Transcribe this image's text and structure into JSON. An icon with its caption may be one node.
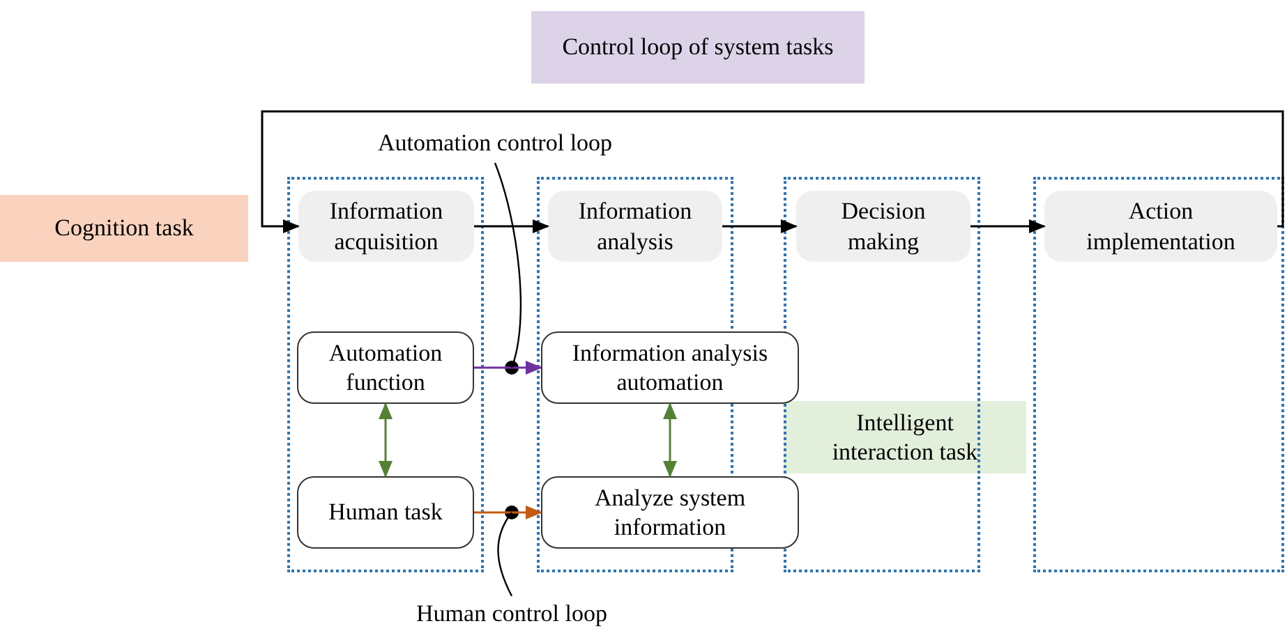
{
  "diagram": {
    "nodes": [
      {
        "text": [
          "Control loop of system tasks"
        ]
      },
      {
        "text": [
          "Cognition task"
        ]
      },
      {
        "text": [],
        "shape": "box"
      },
      {
        "text": [],
        "shape": "box"
      },
      {
        "text": [],
        "shape": "box"
      },
      {
        "text": [],
        "shape": "box"
      },
      {
        "text": [
          "Information acquisition"
        ],
        "in": 2
      },
      {
        "text": [
          "Information analysis"
        ],
        "in": 3
      },
      {
        "text": [
          "Decision making"
        ],
        "in": 4
      },
      {
        "text": [
          "Action implementation"
        ],
        "in": 5
      },
      {
        "text": [
          "Automation control loop"
        ]
      },
      {
        "text": [
          "Automation function"
        ],
        "in": 2
      },
      {
        "text": [
          "Information analysis automation"
        ]
      },
      {
        "text": [
          "Intelligent interaction task"
        ]
      },
      {
        "text": [
          "Human task"
        ],
        "in": 2
      },
      {
        "text": [
          "Analyze system information"
        ]
      },
      {
        "text": [
          "Human control loop"
        ]
      },
      {
        "text": [],
        "shape": "circle"
      },
      {
        "text": [],
        "shape": "circle"
      }
    ],
    "edges": [
      {
        "from": 9,
        "to": 6,
        "arrow": "to"
      },
      {
        "from": 6,
        "to": 7,
        "arrow": "to"
      },
      {
        "from": 7,
        "to": 8,
        "arrow": "to"
      },
      {
        "from": 8,
        "to": 9,
        "arrow": "to"
      },
      {
        "from": 11,
        "to": 12,
        "arrow": "to",
        "color": "#7030a0"
      },
      {
        "from": 11,
        "to": 14,
        "arrow": "both",
        "color": "#548235"
      },
      {
        "from": 12,
        "to": 15,
        "arrow": "both",
        "color": "#548235"
      },
      {
        "from": 14,
        "to": 15,
        "arrow": "to",
        "color": "#c55a11"
      },
      {
        "from": 10,
        "to": 17,
        "arrow": "none"
      },
      {
        "from": 16,
        "to": 18,
        "arrow": "none"
      }
    ]
  }
}
